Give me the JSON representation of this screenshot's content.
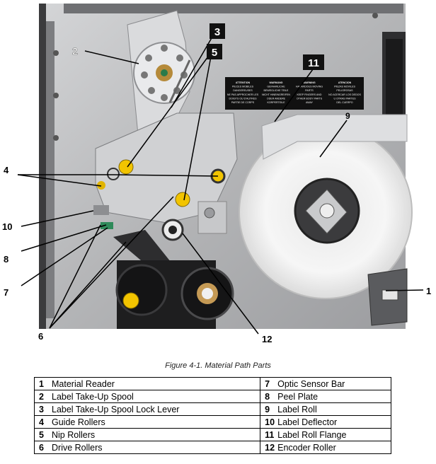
{
  "figure": {
    "caption": "Figure 4-1.  Material Path Parts",
    "callouts": [
      "1",
      "2",
      "3",
      "4",
      "5",
      "6",
      "7",
      "8",
      "9",
      "10",
      "11",
      "12"
    ],
    "warning_label": {
      "col1": [
        "ATTENTION",
        "PIECES MOBILES",
        "DANGEREUSES",
        "NE PAS APPROCHER LES",
        "DOIGTS OU D'AUTRES",
        "PARTIE DE CORPS"
      ],
      "col2": [
        "WARNUNG",
        "GEFAHRLICHE",
        "BEWEGLICHE TEILE",
        "NICHT HINEINGREIFEN",
        "ODER ANDERE",
        "KORPERTEILE"
      ],
      "col3": [
        "WARNING",
        "HAZARDOUS MOVING",
        "PARTS",
        "KEEP FINGERS AND",
        "OTHER BODY PARTS",
        "AWAY"
      ],
      "col4": [
        "ATENCION",
        "PIEZAS MOVILES",
        "PELIGROSAS",
        "NO ACERCAR LOS DEDOS",
        "U OTRAS PARTES",
        "DEL CUERPO"
      ]
    },
    "colors": {
      "panel": "#b9babc",
      "dark": "#2a2a2a",
      "roller": "#f2c400",
      "label": "#111111"
    }
  },
  "parts": [
    {
      "left_num": "1",
      "left_label": "Material Reader",
      "right_num": "7",
      "right_label": "Optic Sensor Bar"
    },
    {
      "left_num": "2",
      "left_label": "Label Take-Up Spool",
      "right_num": "8",
      "right_label": "Peel Plate"
    },
    {
      "left_num": "3",
      "left_label": "Label Take-Up Spool Lock Lever",
      "right_num": "9",
      "right_label": "Label Roll"
    },
    {
      "left_num": "4",
      "left_label": "Guide Rollers",
      "right_num": "10",
      "right_label": "Label Deflector"
    },
    {
      "left_num": "5",
      "left_label": "Nip Rollers",
      "right_num": "11",
      "right_label": "Label Roll Flange"
    },
    {
      "left_num": "6",
      "left_label": "Drive Rollers",
      "right_num": "12",
      "right_label": "Encoder Roller"
    }
  ]
}
